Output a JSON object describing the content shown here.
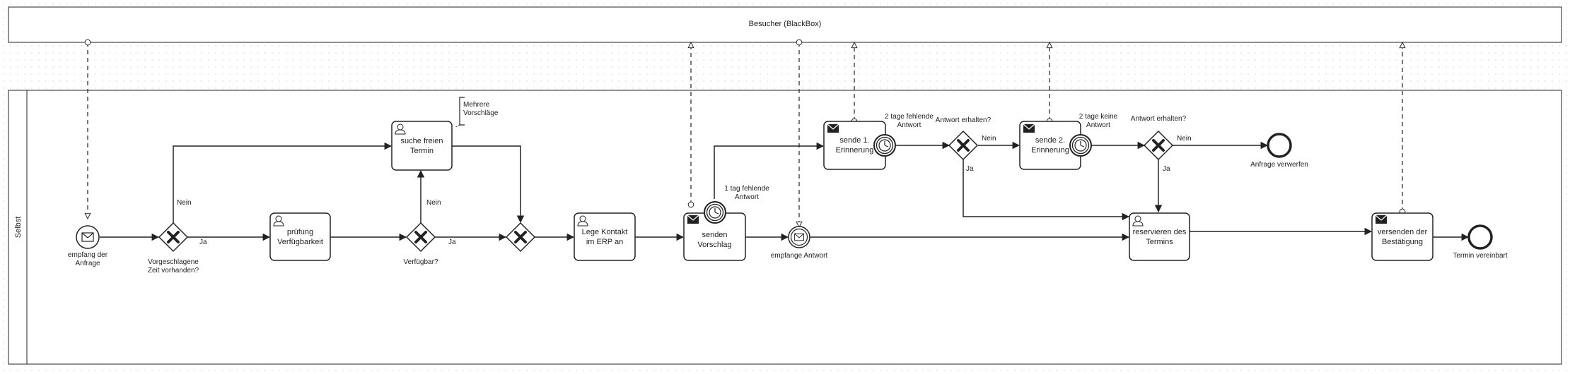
{
  "pools": {
    "top": {
      "label": "Besucher (BlackBox)"
    },
    "main": {
      "label": "Selbst"
    }
  },
  "tasks": {
    "pruefung": "prüfung\nVerfügbarkeit",
    "suche": "suche freien\nTermin",
    "erp": "Lege Kontakt\nim ERP an",
    "senden": "senden\nVorschlag",
    "erinnerung1": "sende 1.\nErinnerung",
    "erinnerung2": "sende 2.\nErinnerung",
    "reservieren": "reservieren des\nTermins",
    "versenden": "versenden der\nBestätigung"
  },
  "events": {
    "start": "empfang der\nAnfrage",
    "empfange": "empfange Antwort",
    "verwerfen": "Anfrage verwerfen",
    "ende": "Termin vereinbart"
  },
  "gateways": {
    "g1": "Vorgeschlagene\nZeit vorhanden?",
    "g2": "Verfügbar?",
    "g4": "Antwort erhalten?",
    "g5": "Antwort erhalten?"
  },
  "flow_labels": {
    "g1_no": "Nein",
    "g1_yes": "Ja",
    "g2_no": "Nein",
    "g2_yes": "Ja",
    "g4_no": "Nein",
    "g4_yes": "Ja",
    "g5_no": "Nein",
    "g5_yes": "Ja"
  },
  "timers": {
    "t1": "1 tag fehlende\nAntwort",
    "t2": "2 tage fehlende\nAntwort",
    "t3": "2 tage keine\nAntwort"
  },
  "annotation": "Mehrere\nVorschläge",
  "colors": {
    "stroke": "#222222",
    "background": "#ffffff"
  }
}
